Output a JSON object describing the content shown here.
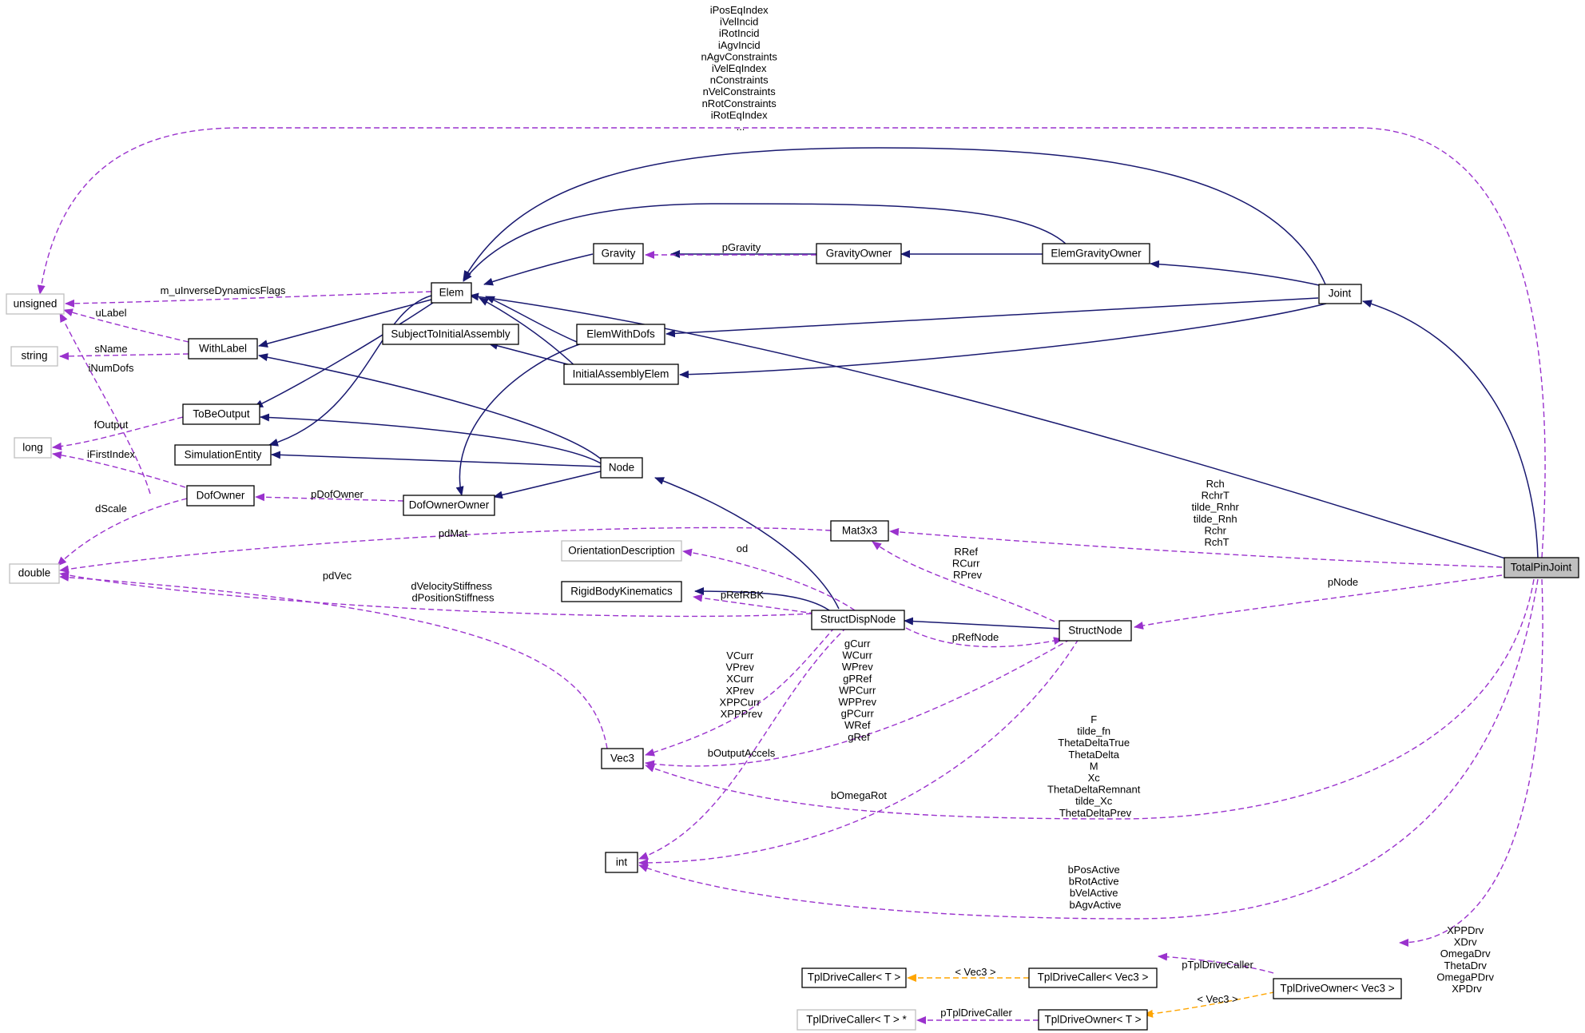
{
  "nodes": {
    "unsigned": "unsigned",
    "string": "string",
    "long": "long",
    "double": "double",
    "elem": "Elem",
    "withlabel": "WithLabel",
    "tobeoutput": "ToBeOutput",
    "simulationentity": "SimulationEntity",
    "dofowner": "DofOwner",
    "subjecttoinitialassembly": "SubjectToInitialAssembly",
    "gravity": "Gravity",
    "elemwithdofs": "ElemWithDofs",
    "initialassemblyelem": "InitialAssemblyElem",
    "node": "Node",
    "dofownerowner": "DofOwnerOwner",
    "gravityowner": "GravityOwner",
    "elemgravityowner": "ElemGravityOwner",
    "joint": "Joint",
    "mat3x3": "Mat3x3",
    "orientationdescription": "OrientationDescription",
    "rigidbodykinematics": "RigidBodyKinematics",
    "structdispnode": "StructDispNode",
    "structnode": "StructNode",
    "vec3": "Vec3",
    "int": "int",
    "totalpinjoint": "TotalPinJoint",
    "tpldrivecaller_t": "TplDriveCaller< T >",
    "tpldrivecaller_vec3": "TplDriveCaller< Vec3 >",
    "tpldriveowner_vec3": "TplDriveOwner< Vec3 >",
    "tpldrivecaller_t_ptr": "TplDriveCaller< T > *",
    "tpldriveowner_t": "TplDriveOwner< T >"
  },
  "labels": {
    "top_unsigned": [
      "iPosEqIndex",
      "iVelIncid",
      "iRotIncid",
      "iAgvIncid",
      "nAgvConstraints",
      "iVelEqIndex",
      "nConstraints",
      "nVelConstraints",
      "nRotConstraints",
      "iRotEqIndex",
      "..."
    ],
    "m_uinverse": "m_uInverseDynamicsFlags",
    "ulabel": "uLabel",
    "sname": "sName",
    "inumdofs": "iNumDofs",
    "foutput": "fOutput",
    "ifirstindex": "iFirstIndex",
    "dscale": "dScale",
    "pdofowner": "pDofOwner",
    "pgravity": "pGravity",
    "pdmat": "pdMat",
    "pdvec": "pdVec",
    "stiffness": [
      "dVelocityStiffness",
      "dPositionStiffness"
    ],
    "od": "od",
    "prefrbk": "pRefRBK",
    "prefnode": "pRefNode",
    "pnode": "pNode",
    "mat_totalpin": [
      "Rch",
      "RchrT",
      "tilde_Rnhr",
      "tilde_Rnh",
      "Rchr",
      "RchT"
    ],
    "mat_structnode": [
      "RRef",
      "RCurr",
      "RPrev"
    ],
    "vec3_structdisp": [
      "VCurr",
      "VPrev",
      "XCurr",
      "XPrev",
      "XPPCurr",
      "XPPPrev"
    ],
    "vec3_structnode": [
      "gCurr",
      "WCurr",
      "WPrev",
      "gPRef",
      "WPCurr",
      "WPPrev",
      "gPCurr",
      "WRef",
      "gRef"
    ],
    "boutputaccels": "bOutputAccels",
    "vec3_totalpin": [
      "F",
      "tilde_fn",
      "ThetaDeltaTrue",
      "ThetaDelta",
      "M",
      "Xc",
      "ThetaDeltaRemnant",
      "tilde_Xc",
      "ThetaDeltaPrev"
    ],
    "bomegarot": "bOmegaRot",
    "int_totalpin": [
      "bPosActive",
      "bRotActive",
      "bVelActive",
      "bAgvActive"
    ],
    "drv_totalpin": [
      "XPPDrv",
      "XDrv",
      "OmegaDrv",
      "ThetaDrv",
      "OmegaPDrv",
      "XPDrv"
    ],
    "tpl_vec3_a": "< Vec3 >",
    "tpl_vec3_b": "< Vec3 >",
    "ptpldrivecaller_a": "pTplDriveCaller",
    "ptpldrivecaller_b": "pTplDriveCaller"
  },
  "colors": {
    "inheritance": "#191970",
    "usage": "#9a32cd",
    "template": "#ffa500",
    "focus_fill": "#bfbfbf",
    "external_border": "#bfbfbf"
  }
}
